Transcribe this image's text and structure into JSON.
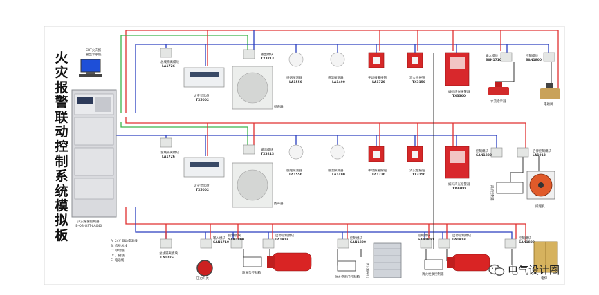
{
  "title_chars": [
    "火",
    "灾",
    "报",
    "警",
    "联",
    "动",
    "控",
    "制",
    "系",
    "统",
    "模",
    "拟",
    "板"
  ],
  "watermark": "电气设计圈",
  "colors": {
    "red_bus": "#e03030",
    "blue_bus": "#2a3fbf",
    "green_bus": "#3cb44b",
    "black_wire": "#222222"
  },
  "crt": {
    "label1": "CRT火灾报",
    "label2": "警显示系统"
  },
  "cabinet": {
    "label1": "火灾报警控制器",
    "label2": "JB-QB-GST-LA040"
  },
  "legend": [
    "A: 24V 联动电源线",
    "B: 信号总线",
    "C: 联动线",
    "D: 广播线",
    "E: 电话线"
  ],
  "row1": {
    "input_module": {
      "name": "总线隔离模块",
      "code": "LA1726"
    },
    "display": {
      "name": "火灾显示盘",
      "code": "TX5002"
    },
    "output_module": {
      "name": "输出模块",
      "code": "TX3213"
    },
    "speaker": {
      "name": "扬声器"
    },
    "smoke": {
      "name": "感烟探测器",
      "code": "LA1550"
    },
    "heat": {
      "name": "感温探测器",
      "code": "LA1490"
    },
    "manual": {
      "name": "手动报警按钮",
      "code": "LA1720"
    },
    "hydrant": {
      "name": "消火栓按钮",
      "code": "TX3150"
    },
    "strobe": {
      "name": "编码声光报警器",
      "code": "TX3300"
    },
    "in_module2": {
      "name": "输入模块",
      "code": "SAN1710"
    },
    "ctrl_module": {
      "name": "控制模块",
      "code": "SAN1800"
    },
    "flow": {
      "name": "水流指示器"
    },
    "valve": {
      "name": "电磁阀"
    }
  },
  "row2": {
    "input_module": {
      "name": "总线隔离模块",
      "code": "LA1726"
    },
    "display": {
      "name": "火灾显示盘",
      "code": "TX5002"
    },
    "output_module": {
      "name": "输出模块",
      "code": "TX3213"
    },
    "speaker": {
      "name": "扬声器"
    },
    "smoke": {
      "name": "感烟探测器",
      "code": "LA1550"
    },
    "heat": {
      "name": "感温探测器",
      "code": "LA1490"
    },
    "manual": {
      "name": "手动报警按钮",
      "code": "LA1720"
    },
    "hydrant": {
      "name": "消火栓按钮",
      "code": "TX3150"
    },
    "strobe": {
      "name": "编码声光报警器",
      "code": "TX3300"
    },
    "ctrl_module": {
      "name": "控制模块",
      "code": "SAN1800"
    },
    "start_module": {
      "name": "启停控制模块",
      "code": "LA1913"
    },
    "fan_box": {
      "name": "风机控制箱"
    },
    "fan": {
      "name": "排烟机"
    }
  },
  "row3": {
    "isolator": {
      "name": "总线隔离模块",
      "code": "LA1726"
    },
    "in_module": {
      "name": "输入模块",
      "code": "SAN1710"
    },
    "ctrl_module": {
      "name": "控制模块",
      "code": "SAN1800"
    },
    "start_module": {
      "name": "启停控制模块",
      "code": "LA1913"
    },
    "pressure": {
      "name": "压力开关"
    },
    "pump_box": {
      "name": "喷淋泵控制箱"
    },
    "ctrl_module2": {
      "name": "控制模块",
      "code": "SAN1800"
    },
    "damper_box": {
      "name": "防火卷帘门控制箱"
    },
    "shutter": {
      "name": "防火卷帘门"
    },
    "ctrl_module3": {
      "name": "控制模块",
      "code": "SAN1800"
    },
    "start_module2": {
      "name": "启停控制模块",
      "code": "LA1913"
    },
    "pump_box2": {
      "name": "消火栓泵控制箱"
    },
    "ctrl_module4": {
      "name": "控制模块",
      "code": "SAN1800"
    },
    "elevator": {
      "name": "电梯"
    }
  }
}
